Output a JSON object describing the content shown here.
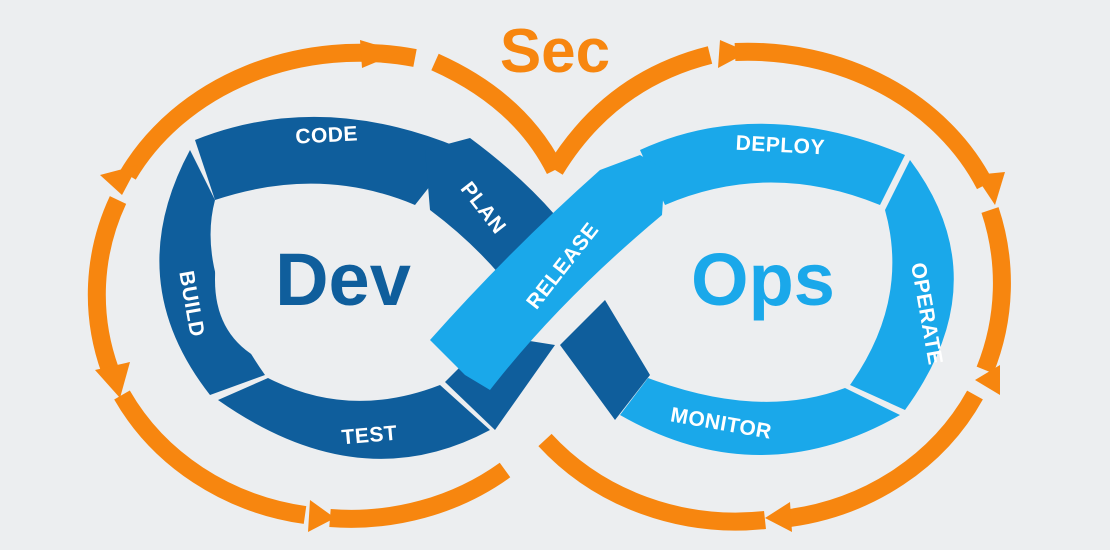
{
  "title": "Sec",
  "left_word": "Dev",
  "right_word": "Ops",
  "stages": {
    "plan": "PLAN",
    "code": "CODE",
    "build": "BUILD",
    "test": "TEST",
    "release": "RELEASE",
    "deploy": "DEPLOY",
    "operate": "OPERATE",
    "monitor": "MONITOR"
  },
  "colors": {
    "background": "#eceef0",
    "sec_orange": "#f7860f",
    "dev_blue": "#0f5e9c",
    "ops_blue": "#1aa8ea",
    "center_fill": "#eceef0"
  }
}
